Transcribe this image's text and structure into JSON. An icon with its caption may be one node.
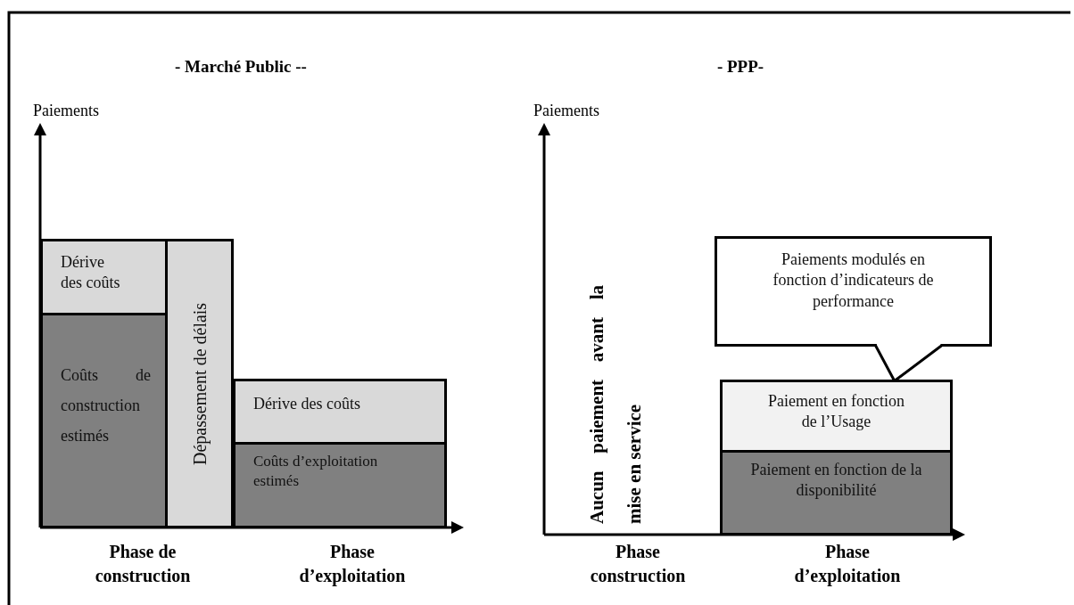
{
  "diagram": {
    "nodes": [
      {
        "text": [
          "Dérive des coûts"
        ]
      },
      {
        "text": [
          "Coûts de construction estimés"
        ]
      },
      {
        "text": [
          "Dépassement de délais"
        ]
      },
      {
        "text": [
          "Dérive des coûts"
        ]
      },
      {
        "text": [
          "Coûts d’exploitation estimés"
        ]
      },
      {
        "text": [
          "Paiements modulés en fonction d’indicateurs de performance"
        ]
      },
      {
        "text": [
          "Paiement en fonction de l’Usage"
        ]
      },
      {
        "text": [
          "Paiement en fonction de la disponibilité"
        ]
      }
    ],
    "edges": [
      {
        "from": 5,
        "to": 6,
        "arrow": "none"
      }
    ],
    "labels": [
      "- Marché Public --",
      "- PPP-",
      "Paiements",
      "Paiements",
      "Aucun paiement avant la mise en service",
      "Phase de construction",
      "Phase d’exploitation",
      "Phase construction",
      "Phase d’exploitation"
    ]
  }
}
